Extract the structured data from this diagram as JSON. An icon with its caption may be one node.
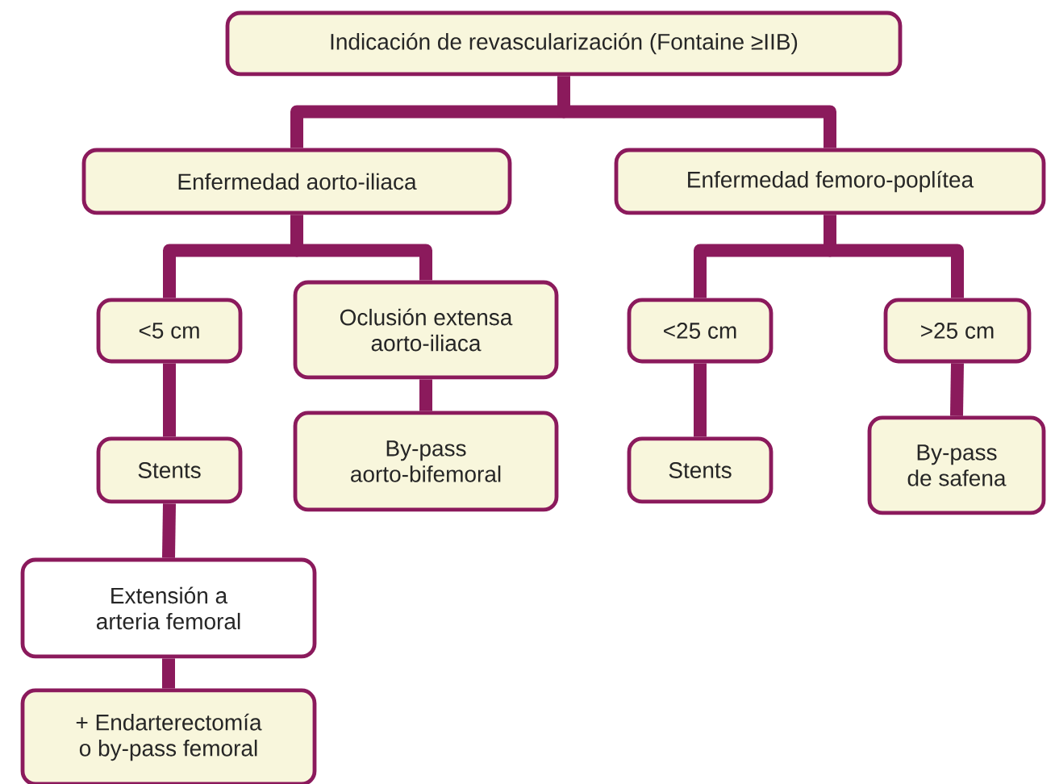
{
  "diagram": {
    "nodes": [
      {
        "text": [
          "Indicación de revascularización (Fontaine ≥IIB)"
        ]
      },
      {
        "text": [
          "Enfermedad aorto-iliaca"
        ]
      },
      {
        "text": [
          "Enfermedad femoro-poplítea"
        ]
      },
      {
        "text": [
          "<5 cm"
        ]
      },
      {
        "text": [
          "Oclusión extensa aorto-iliaca"
        ]
      },
      {
        "text": [
          "<25 cm"
        ]
      },
      {
        "text": [
          ">25 cm"
        ]
      },
      {
        "text": [
          "Stents"
        ]
      },
      {
        "text": [
          "By-pass aorto-bifemoral"
        ]
      },
      {
        "text": [
          "Stents"
        ]
      },
      {
        "text": [
          "By-pass de safena"
        ]
      },
      {
        "text": [
          "Extensión a arteria femoral"
        ]
      },
      {
        "text": [
          "+ Endarterectomía o by-pass femoral"
        ]
      }
    ],
    "edges": [
      {
        "from": 0,
        "to": 1,
        "arrow": "none"
      },
      {
        "from": 0,
        "to": 2,
        "arrow": "none"
      },
      {
        "from": 1,
        "to": 3,
        "arrow": "none"
      },
      {
        "from": 1,
        "to": 4,
        "arrow": "none"
      },
      {
        "from": 2,
        "to": 5,
        "arrow": "none"
      },
      {
        "from": 2,
        "to": 6,
        "arrow": "none"
      },
      {
        "from": 3,
        "to": 7,
        "arrow": "none"
      },
      {
        "from": 4,
        "to": 8,
        "arrow": "none"
      },
      {
        "from": 5,
        "to": 9,
        "arrow": "none"
      },
      {
        "from": 6,
        "to": 10,
        "arrow": "none"
      },
      {
        "from": 7,
        "to": 11,
        "arrow": "none"
      },
      {
        "from": 11,
        "to": 12,
        "arrow": "none"
      }
    ]
  }
}
